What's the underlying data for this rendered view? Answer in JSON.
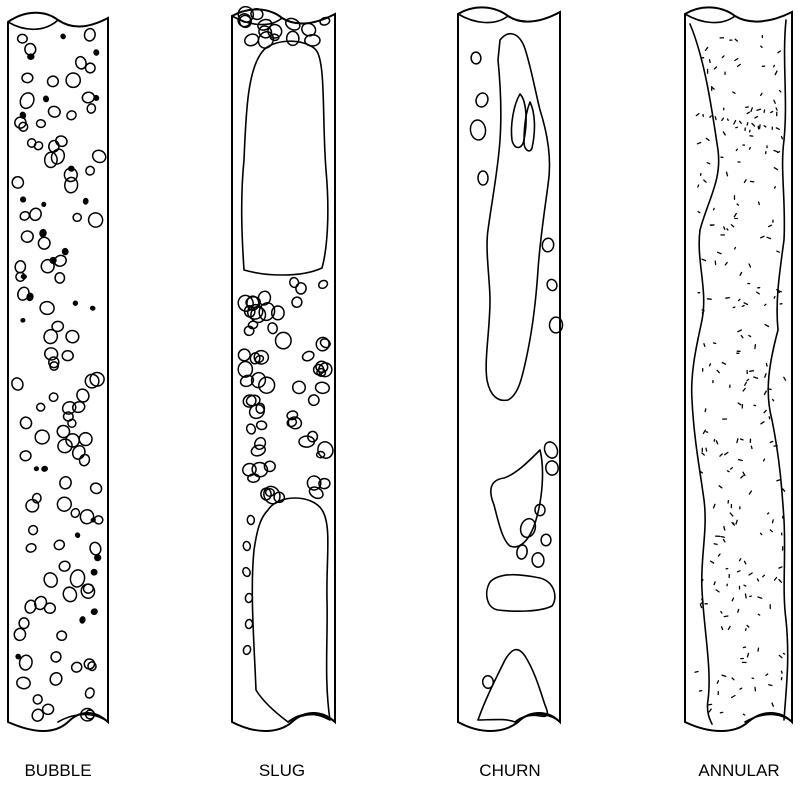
{
  "labels": {
    "bubble": "BUBBLE",
    "slug": "SLUG",
    "churn": "CHURN",
    "annular": "ANNULAR"
  },
  "colors": {
    "ink": "#000000",
    "background": "#ffffff"
  }
}
